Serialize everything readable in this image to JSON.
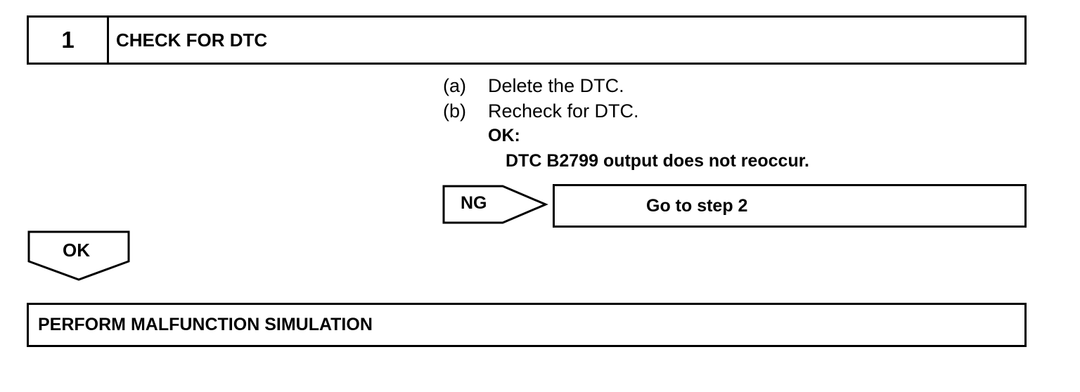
{
  "step": {
    "number": "1",
    "title": "CHECK FOR DTC"
  },
  "instructions": [
    {
      "mark": "(a)",
      "text": "Delete the DTC."
    },
    {
      "mark": "(b)",
      "text": "Recheck for DTC."
    }
  ],
  "ok_criteria": {
    "label": "OK:",
    "result": "DTC B2799 output does not reoccur."
  },
  "ng_branch": {
    "label": "NG",
    "target": "Go to step 2"
  },
  "ok_branch": {
    "label": "OK",
    "next_step": "PERFORM MALFUNCTION SIMULATION"
  }
}
